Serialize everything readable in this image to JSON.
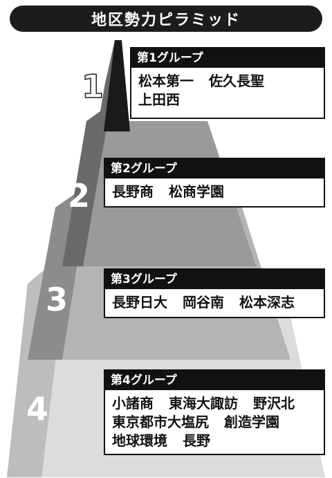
{
  "title": "地区勢力ピラミッド",
  "levels": [
    {
      "number": "1",
      "heading": "第1グループ",
      "lines": [
        [
          "松本第一",
          "佐久長聖"
        ],
        [
          "上田西"
        ]
      ]
    },
    {
      "number": "2",
      "heading": "第2グループ",
      "lines": [
        [
          "長野商",
          "松商学園"
        ]
      ]
    },
    {
      "number": "3",
      "heading": "第3グループ",
      "lines": [
        [
          "長野日大",
          "岡谷南",
          "松本深志"
        ]
      ]
    },
    {
      "number": "4",
      "heading": "第4グループ",
      "lines": [
        [
          "小諸商",
          "東海大諏訪",
          "野沢北"
        ],
        [
          "東京都市大塩尻",
          "創造学園"
        ],
        [
          "地球環境",
          "長野"
        ]
      ]
    }
  ],
  "colors": {
    "tier1_front": "#1a1a1a",
    "tier1_side": "#6a6a6a",
    "tier2_front": "#9a9a9a",
    "tier2_side": "#6a6a6a",
    "tier3_front": "#b4b4b4",
    "tier3_side": "#8c8c8c",
    "tier4_front": "#dcdcdc",
    "tier4_side": "#bdbdbd",
    "label_bg": "#111111"
  }
}
